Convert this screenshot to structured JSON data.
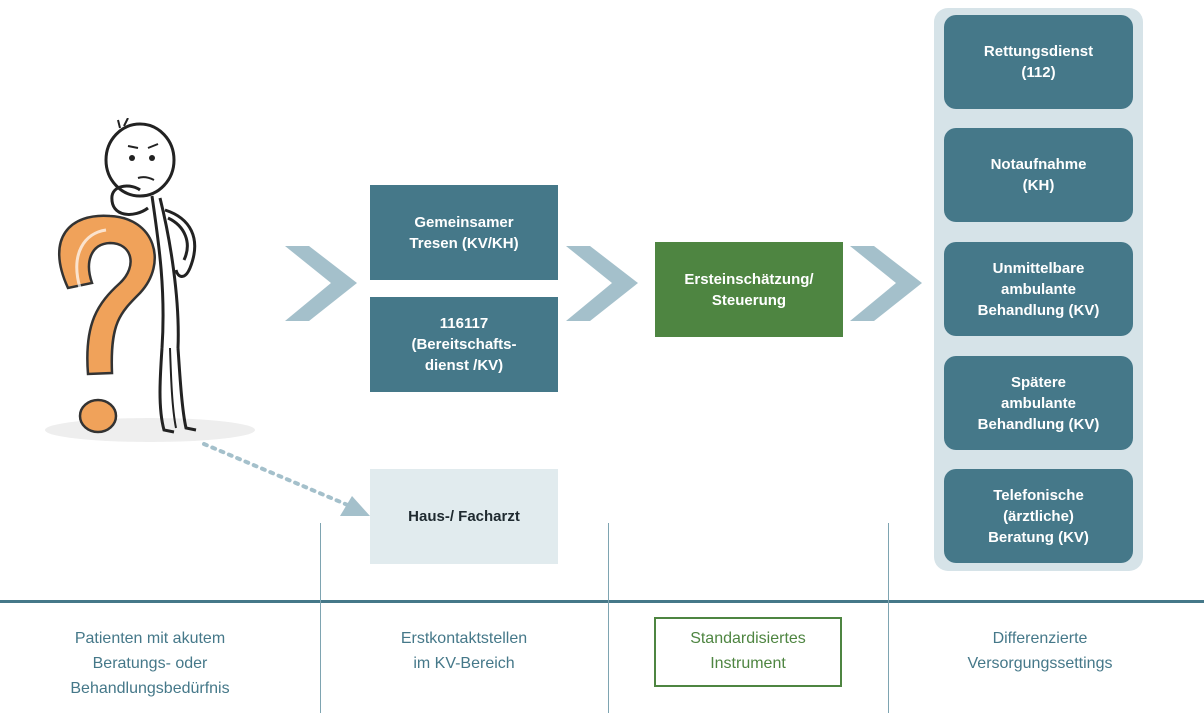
{
  "colors": {
    "teal_box": "#457889",
    "green_box": "#4e8541",
    "light_box": "#e1ebee",
    "panel_bg": "#d6e3e8",
    "chevron": "#a4c0cb",
    "question_mark": "#f0a25a"
  },
  "figure": {
    "icon": "confused-stick-figure-with-question-mark"
  },
  "contact_points": [
    {
      "label": "Gemeinsamer\nTresen (KV/KH)"
    },
    {
      "label": "116117\n(Bereitschafts-\ndienst /KV)"
    }
  ],
  "gp_box": {
    "label": "Haus-/ Facharzt"
  },
  "assessment": {
    "label": "Ersteinschätzung/\nSteuerung"
  },
  "care_settings": [
    {
      "label": "Rettungsdienst\n(112)"
    },
    {
      "label": "Notaufnahme\n(KH)"
    },
    {
      "label": "Unmittelbare\nambulante\nBehandlung (KV)"
    },
    {
      "label": "Spätere\nambulante\nBehandlung (KV)"
    },
    {
      "label": "Telefonische\n(ärztliche)\nBeratung (KV)"
    }
  ],
  "captions": {
    "patients": "Patienten mit akutem\nBeratungs- oder\nBehandlungsbedürfnis",
    "contact": "Erstkontaktstellen\nim KV-Bereich",
    "standard": "Standardisiertes\nInstrument",
    "settings": "Differenzierte\nVersorgungssettings"
  }
}
